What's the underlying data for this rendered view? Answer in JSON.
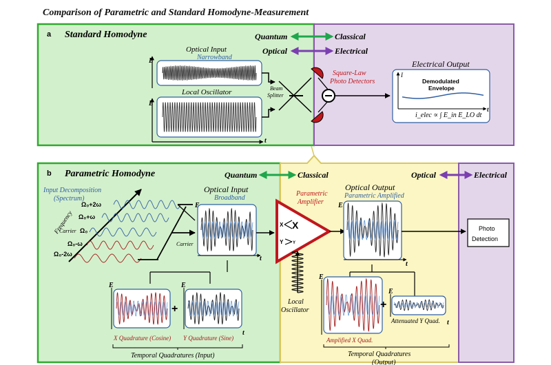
{
  "title": "Comparison of Parametric and Standard Homodyne-Measurement",
  "panel_a": {
    "letter": "a",
    "heading": "Standard Homodyne",
    "quantum": "Quantum",
    "classical": "Classical",
    "optical": "Optical",
    "electrical": "Electrical",
    "optical_input": "Optical Input",
    "narrowband": "Narrowband",
    "local_oscillator": "Local Oscillator",
    "beam_splitter_1": "Beam",
    "beam_splitter_2": "Splitter",
    "square_law_1": "Square-Law",
    "square_law_2": "Photo Detectors",
    "electrical_output": "Electrical Output",
    "demodulated_1": "Demodulated",
    "demodulated_2": "Envelope",
    "formula": "i_elec ∝ ∫ E_in E_LO dt",
    "axis_e": "E",
    "axis_t": "t",
    "axis_i": "I"
  },
  "panel_b": {
    "letter": "b",
    "heading": "Parametric Homodyne",
    "quantum": "Quantum",
    "classical": "Classical",
    "optical": "Optical",
    "electrical": "Electrical",
    "input_decomp_1": "Input Decomposition",
    "input_decomp_2": "(Spectrum)",
    "frequency": "Frequency",
    "carrier_small": "Carrier",
    "freq_labels": [
      "Ω₀+2ω",
      "Ω₀+ω",
      "Ω₀",
      "Ω₀-ω",
      "Ω₀-2ω"
    ],
    "optical_input": "Optical Input",
    "broadband": "Broadband",
    "carrier": "Carrier",
    "parametric_1": "Parametric",
    "parametric_2": "Amplifier",
    "x_label": "X",
    "y_label": "Y",
    "local_osc_1": "Local",
    "local_osc_2": "Oscillator",
    "optical_output": "Optical Output",
    "parametric_amplified": "Parametric Amplified",
    "photo_1": "Photo",
    "photo_2": "Detection",
    "x_quad": "X  Quadrature (Cosine)",
    "y_quad": "Y  Quadrature (Sine)",
    "temporal_input": "Temporal Quadratures (Input)",
    "amplified_x": "Amplified X Quad.",
    "attenuated_y": "Attenuated Y Quad.",
    "temporal_output": "Temporal Quadratures",
    "output_paren": "(Output)",
    "plus": "+",
    "axis_e": "E",
    "axis_t": "t"
  },
  "colors": {
    "green_bg": "#d3f0cc",
    "green_border": "#2eaa2e",
    "purple_bg": "#e4d6ea",
    "purple_border": "#8a5aa8",
    "yellow_bg": "#fbf6c3",
    "yellow_border": "#d8c860",
    "green_arrow": "#1fa64c",
    "purple_arrow": "#7a3fb0",
    "red": "#c0171d",
    "dark_red": "#a21a1a",
    "blue_text": "#2f5fa3"
  }
}
